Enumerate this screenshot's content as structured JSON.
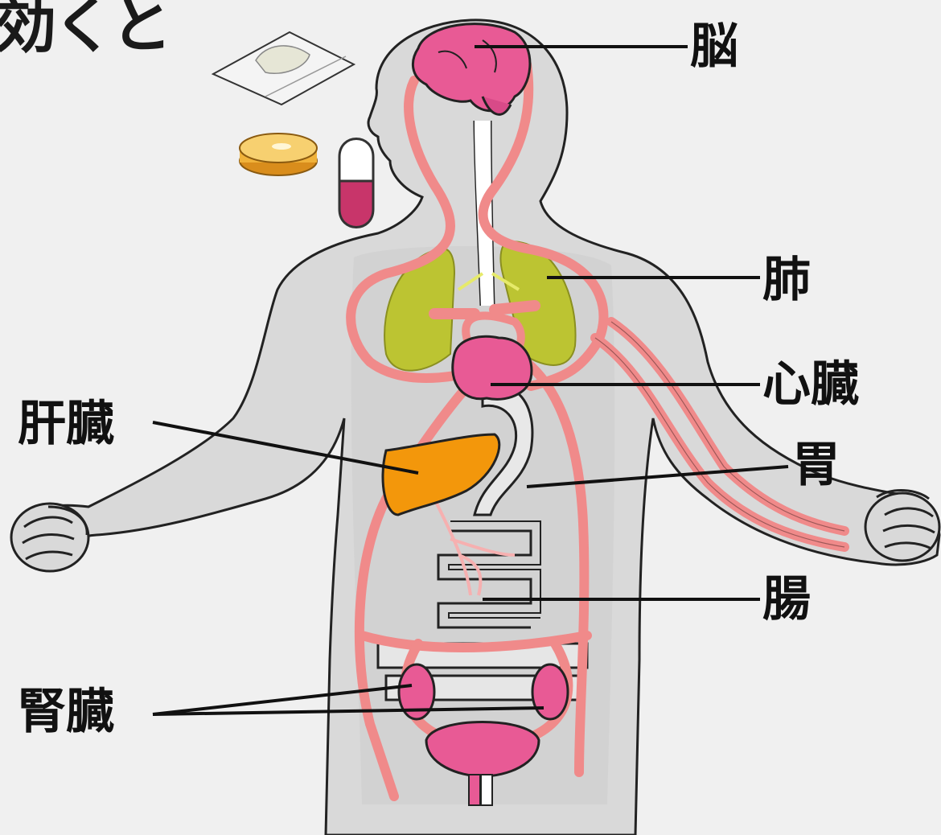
{
  "title_fragment": "効くと",
  "labels": {
    "brain": "脳",
    "lungs": "肺",
    "heart": "心臓",
    "liver": "肝臓",
    "stomach": "胃",
    "intestines": "腸",
    "kidneys": "腎臓"
  },
  "colors": {
    "background": "#f0f0f0",
    "body_fill": "#d9d9d9",
    "outline": "#222222",
    "vessel": "#f08a8a",
    "organ_pink": "#e85a95",
    "lung_green": "#bcc432",
    "liver_orange": "#f3970b",
    "tablet_gold": "#f0b23a"
  },
  "icons": [
    "powder-packet-icon",
    "tablet-icon",
    "capsule-icon"
  ]
}
